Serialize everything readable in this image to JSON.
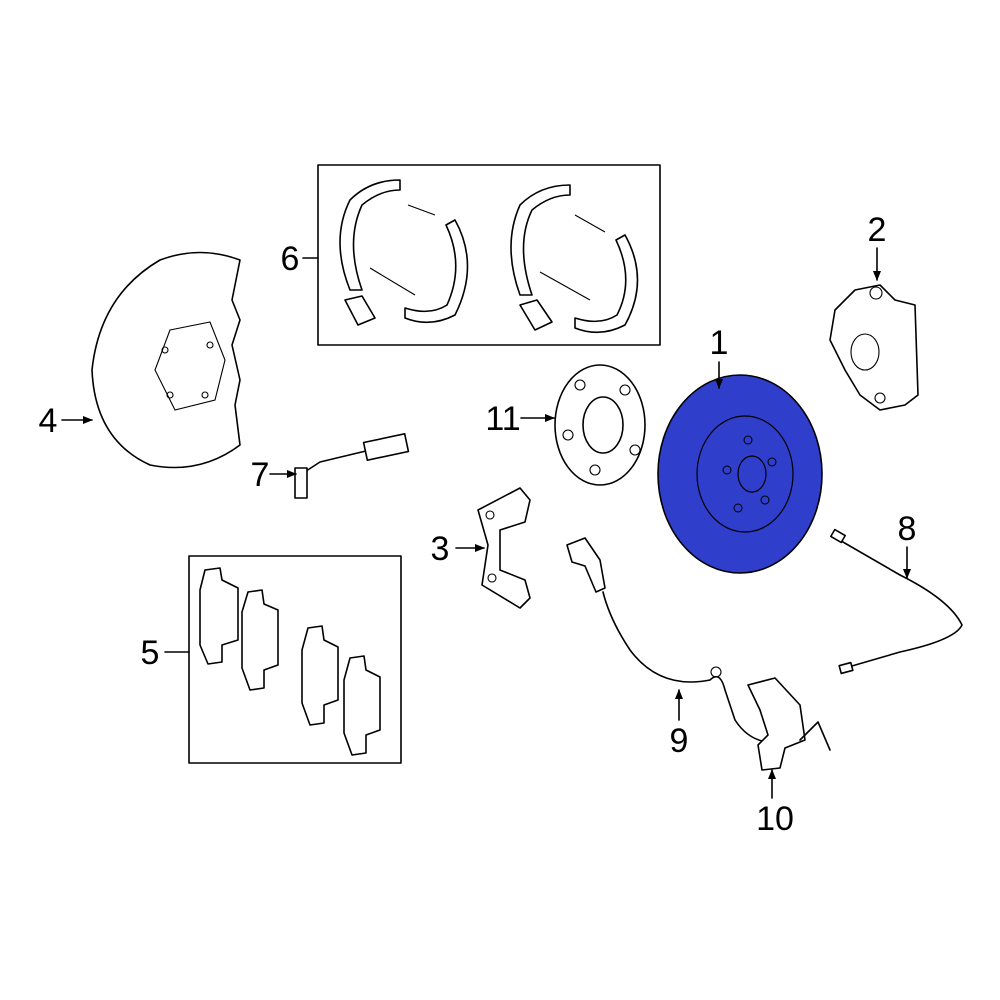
{
  "diagram": {
    "highlight_color": "#2f3fcc",
    "line_color": "#000000",
    "background": "#ffffff",
    "callouts": [
      {
        "id": "rotor",
        "label": "1"
      },
      {
        "id": "caliper",
        "label": "2"
      },
      {
        "id": "caliper-bracket",
        "label": "3"
      },
      {
        "id": "dust-shield",
        "label": "4"
      },
      {
        "id": "brake-pads",
        "label": "5"
      },
      {
        "id": "parking-brake-shoes",
        "label": "6"
      },
      {
        "id": "pad-wear-sensor",
        "label": "7"
      },
      {
        "id": "brake-hose",
        "label": "8"
      },
      {
        "id": "abs-sensor-cable",
        "label": "9"
      },
      {
        "id": "abs-sensor",
        "label": "10"
      },
      {
        "id": "hub-spacer",
        "label": "11"
      }
    ],
    "highlighted_part": "rotor"
  }
}
